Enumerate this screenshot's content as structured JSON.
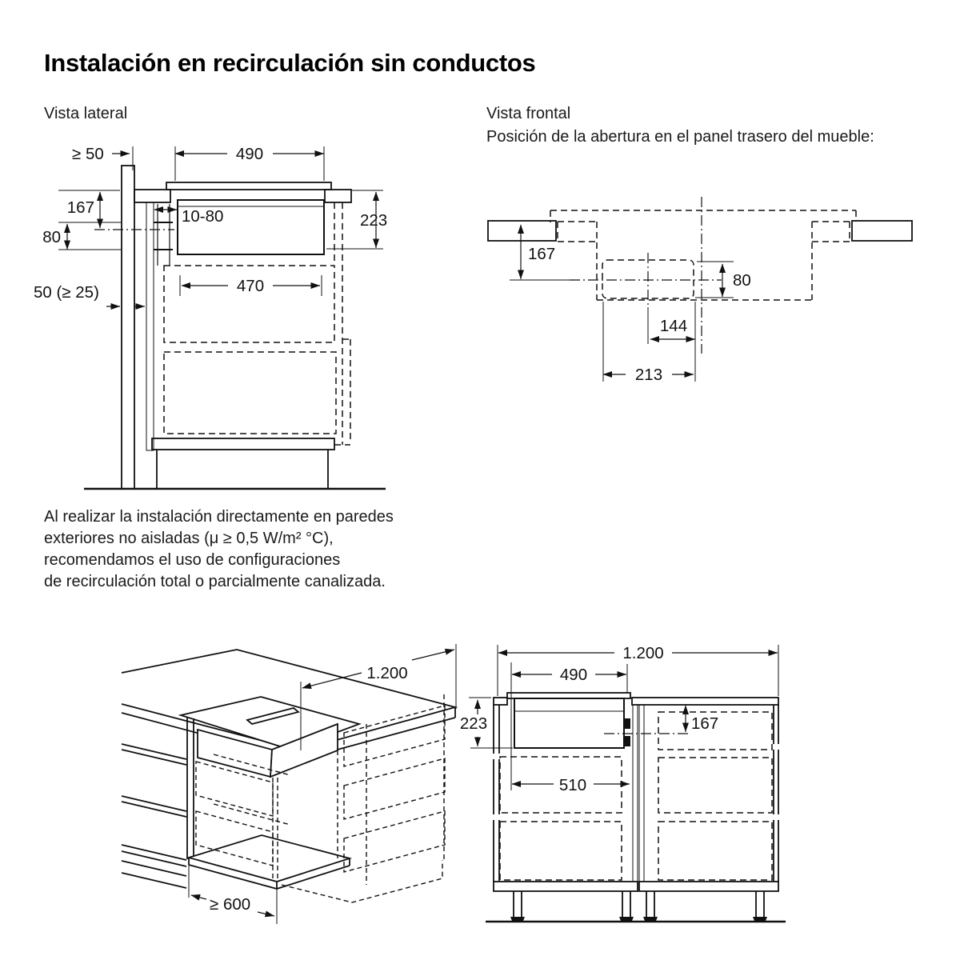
{
  "page": {
    "title": "Instalación en recirculación sin conductos"
  },
  "side_view": {
    "label": "Vista lateral",
    "dims": {
      "wall_min": "≥ 50",
      "top_width": "490",
      "h_top": "167",
      "outlet_h": "80",
      "gap_range": "10-80",
      "depth": "223",
      "inner_width": "470",
      "rear_gap": "50 (≥ 25)"
    }
  },
  "front_view": {
    "label": "Vista frontal",
    "subtitle": "Posición de la abertura en el panel trasero del mueble:",
    "dims": {
      "h_top": "167",
      "opening_h": "80",
      "offset_w": "144",
      "opening_w": "213"
    }
  },
  "note": {
    "lines": [
      "Al realizar la instalación directamente en paredes",
      "exteriores no aisladas (μ ≥ 0,5 W/m² °C),",
      "recomendamos el uso de configuraciones",
      "de recirculación total o parcialmente canalizada."
    ]
  },
  "iso_view": {
    "dims": {
      "worktop_width": "1.200",
      "min_depth": "≥ 600"
    }
  },
  "cabinet_view": {
    "dims": {
      "total_width": "1.200",
      "hob_width": "490",
      "depth": "223",
      "h_top": "167",
      "cabinet_width": "510"
    }
  }
}
